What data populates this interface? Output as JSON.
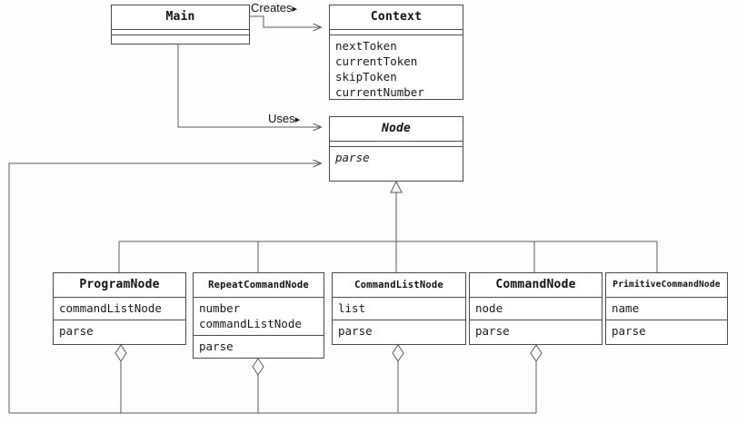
{
  "diagram": {
    "kind": "uml-class-diagram",
    "title": "Interpreter pattern class diagram",
    "stroke_color": "#4a4a4a",
    "background_color": "#fdfdfb",
    "text_color": "#111111"
  },
  "classes": {
    "main": {
      "name": "Main",
      "attributes": [],
      "operations": [],
      "abstract": false
    },
    "context": {
      "name": "Context",
      "attributes": [],
      "operations": [
        "nextToken",
        "currentToken",
        "skipToken",
        "currentNumber"
      ],
      "abstract": false
    },
    "node": {
      "name": "Node",
      "attributes": [],
      "operations": [
        "parse"
      ],
      "abstract": true
    },
    "program_node": {
      "name": "ProgramNode",
      "attributes": [
        "commandListNode"
      ],
      "operations": [
        "parse"
      ],
      "abstract": false
    },
    "repeat_command_node": {
      "name": "RepeatCommandNode",
      "attributes": [
        "number",
        "commandListNode"
      ],
      "operations": [
        "parse"
      ],
      "abstract": false
    },
    "command_list_node": {
      "name": "CommandListNode",
      "attributes": [
        "list"
      ],
      "operations": [
        "parse"
      ],
      "abstract": false
    },
    "command_node": {
      "name": "CommandNode",
      "attributes": [
        "node"
      ],
      "operations": [
        "parse"
      ],
      "abstract": false
    },
    "primitive_command_node": {
      "name": "PrimitiveCommandNode",
      "attributes": [
        "name"
      ],
      "operations": [
        "parse"
      ],
      "abstract": false
    }
  },
  "relationships": {
    "creates": {
      "label": "Creates",
      "marker": "▸",
      "from": "Main",
      "to": "Context",
      "type": "dependency"
    },
    "uses": {
      "label": "Uses",
      "marker": "▸",
      "from": "Main",
      "to": "Node",
      "type": "dependency"
    },
    "generalizations": [
      {
        "from": "ProgramNode",
        "to": "Node"
      },
      {
        "from": "RepeatCommandNode",
        "to": "Node"
      },
      {
        "from": "CommandListNode",
        "to": "Node"
      },
      {
        "from": "CommandNode",
        "to": "Node"
      },
      {
        "from": "PrimitiveCommandNode",
        "to": "Node"
      }
    ],
    "aggregations": [
      {
        "whole": "ProgramNode",
        "part": "Node"
      },
      {
        "whole": "RepeatCommandNode",
        "part": "Node"
      },
      {
        "whole": "CommandListNode",
        "part": "Node"
      },
      {
        "whole": "CommandNode",
        "part": "Node"
      }
    ]
  }
}
